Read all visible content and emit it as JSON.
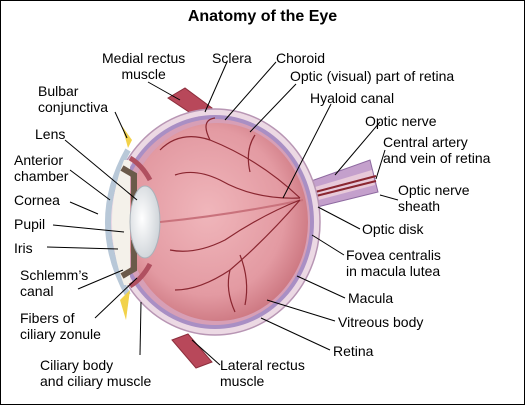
{
  "title": "Anatomy of the Eye",
  "labels": {
    "medial_rectus": "Medial rectus\nmuscle",
    "sclera": "Sclera",
    "choroid": "Choroid",
    "optic_part_retina": "Optic (visual) part of retina",
    "bulbar_conjunctiva": "Bulbar\nconjunctiva",
    "hyaloid_canal": "Hyaloid canal",
    "lens": "Lens",
    "optic_nerve": "Optic nerve",
    "central_artery": "Central artery\nand vein of retina",
    "anterior_chamber": "Anterior\nchamber",
    "cornea": "Cornea",
    "optic_nerve_sheath": "Optic nerve\nsheath",
    "pupil": "Pupil",
    "optic_disk": "Optic disk",
    "iris": "Iris",
    "fovea": "Fovea centralis\nin macula lutea",
    "schlemms_canal": "Schlemm’s\ncanal",
    "macula": "Macula",
    "fibers_ciliary": "Fibers of\nciliary zonule",
    "vitreous_body": "Vitreous body",
    "retina": "Retina",
    "ciliary_body": "Ciliary body\nand ciliary muscle",
    "lateral_rectus": "Lateral rectus\nmuscle"
  },
  "colors": {
    "vitreous": "#e7a3a9",
    "vitreous_dark": "#c9727c",
    "sclera": "#ecd9e4",
    "choroid": "#a98fc4",
    "retina_layer": "#d79fb6",
    "vessel": "#8a2630",
    "muscle": "#b8485a",
    "conjunctiva": "#f2d24a",
    "lens": "#e9ecef",
    "iris": "#6b5a4a",
    "leader": "#000000"
  }
}
